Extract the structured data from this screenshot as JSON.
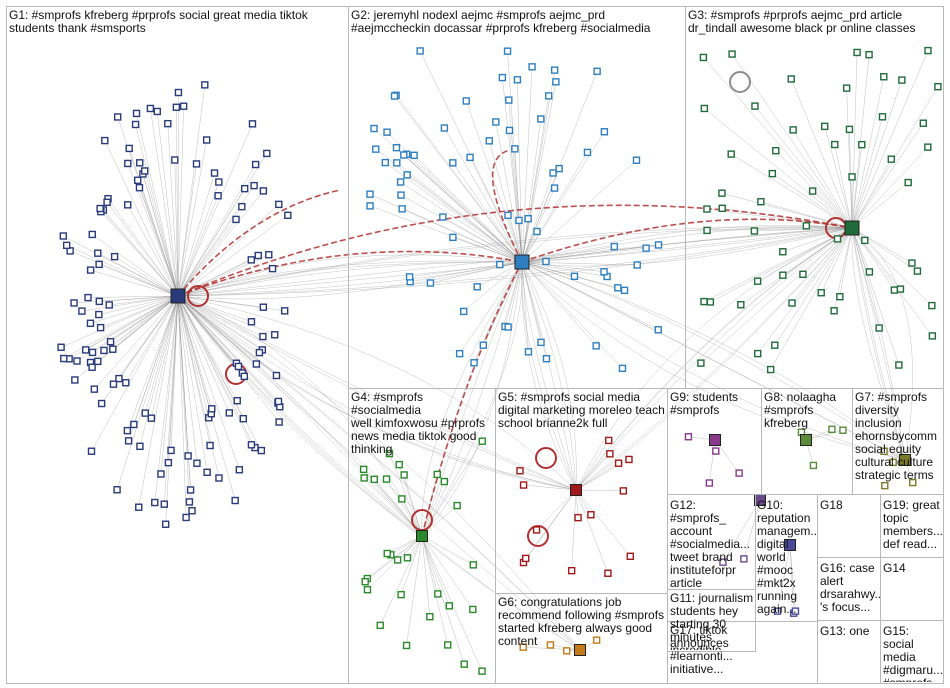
{
  "groups": [
    {
      "id": "G1",
      "label": "G1: #smprofs kfreberg #prprofs social great media tiktok\nstudents thank #smsports"
    },
    {
      "id": "G2",
      "label": "G2: jeremyhl nodexl aejmc #smprofs aejmc_prd\n#aejmccheckin docassar #prprofs kfreberg #socialmedia"
    },
    {
      "id": "G3",
      "label": "G3: #smprofs #prprofs aejmc_prd article\ndr_tindall awesome black pr online classes"
    },
    {
      "id": "G4",
      "label": "G4: #smprofs #socialmedia\nwell kimfoxwosu #prprofs\nnews media tiktok good\nthinking"
    },
    {
      "id": "G5",
      "label": "G5: #smprofs social media\ndigital marketing moreleo teach\nschool brianne2k full"
    },
    {
      "id": "G9",
      "label": "G9: students\n#smprofs"
    },
    {
      "id": "G8",
      "label": "G8: nolaagha\n#smprofs\nkfreberg"
    },
    {
      "id": "G7",
      "label": "G7: #smprofs\ndiversity\ninclusion\nehornsbycomm\nsocial equity\ncultural culture\nstrategic terms"
    },
    {
      "id": "G12",
      "label": "G12: #smprofs_\naccount\n#socialmedia...\ntweet brand\ninstituteforpr\narticle"
    },
    {
      "id": "G10",
      "label": "G10:\nreputation\nmanagem...\ndigital\nworld\n#mooc\n#mkt2x\nrunning\nagain..."
    },
    {
      "id": "G18",
      "label": "G18"
    },
    {
      "id": "G19",
      "label": "G19: great\ntopic\nmembers...\ndef read..."
    },
    {
      "id": "G16",
      "label": "G16: case\nalert\ndrsarahwy...\n's focus..."
    },
    {
      "id": "G14",
      "label": "G14"
    },
    {
      "id": "G6",
      "label": "G6: congratulations job\nrecommend following #smprofs\nstarted kfreberg always good\ncontent"
    },
    {
      "id": "G11",
      "label": "G11: journalism\nstudents hey\nstarting 30\nminutes\nincredible\nchance young..."
    },
    {
      "id": "G13",
      "label": "G13: one"
    },
    {
      "id": "G15",
      "label": "G15: social\nmedia\n#digmaru...\n#smprofs"
    },
    {
      "id": "G17",
      "label": "G17: tiktok\nannounces\n#learnonti...\ninitiative..."
    }
  ],
  "colors": {
    "edge": "#8c8c8c",
    "edge_strong": "#b33030",
    "g1": "#283a7a",
    "g2": "#2e7fc0",
    "g3": "#1f6b3a",
    "g4": "#2a8a2a",
    "g5": "#a01818",
    "g6": "#c47a1a",
    "g7": "#7a7a2a",
    "g8": "#5a8a3a",
    "g9": "#8a3a8a",
    "g12": "#6a4a8a",
    "g10": "#4a4a9a"
  }
}
